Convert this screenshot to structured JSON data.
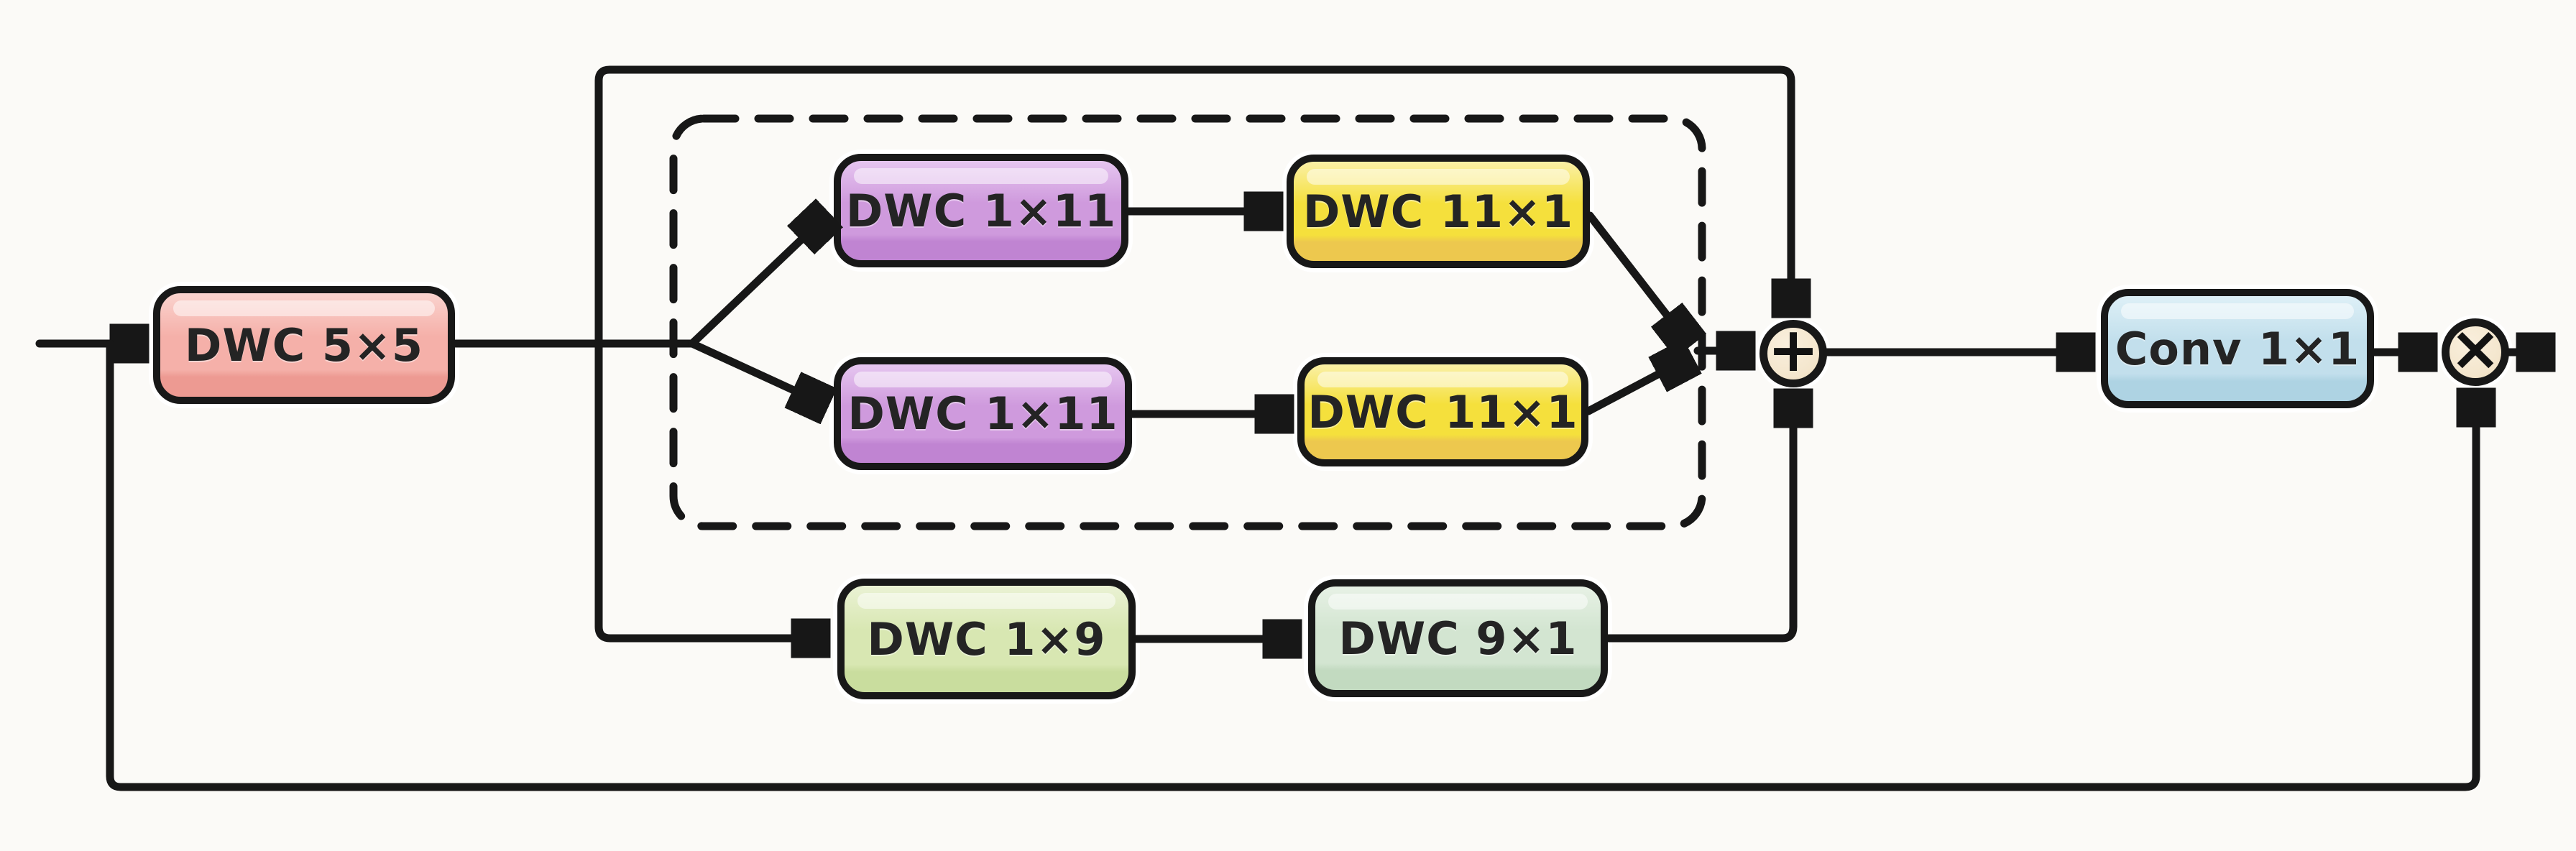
{
  "diagram": {
    "nodes": {
      "dwc5x5": {
        "label": "DWC 5×5",
        "color": "pink"
      },
      "dwc1x11_top": {
        "label": "DWC 1×11",
        "color": "purple"
      },
      "dwc11x1_top": {
        "label": "DWC 11×1",
        "color": "yellow"
      },
      "dwc1x11_bot": {
        "label": "DWC 1×11",
        "color": "purple"
      },
      "dwc11x1_bot": {
        "label": "DWC 11×1",
        "color": "yellow"
      },
      "dwc1x9": {
        "label": "DWC 1×9",
        "color": "green"
      },
      "dwc9x1": {
        "label": "DWC 9×1",
        "color": "mint"
      },
      "conv1x1": {
        "label": "Conv 1×1",
        "color": "blue"
      }
    },
    "operators": {
      "add": {
        "symbol": "+"
      },
      "multiply": {
        "symbol": "×"
      }
    },
    "palette": {
      "pink": {
        "base": "#f5b0a9",
        "highlight": "#fad3ce",
        "shade": "#ed9a92"
      },
      "purple": {
        "base": "#cf9add",
        "highlight": "#e6c6f0",
        "shade": "#c084d2"
      },
      "yellow": {
        "base": "#f5e03c",
        "highlight": "#faf0a6",
        "shade": "#edc84e"
      },
      "green": {
        "base": "#d8e7b2",
        "highlight": "#eaf2d4",
        "shade": "#c9dd9e"
      },
      "mint": {
        "base": "#d3e5d1",
        "highlight": "#e7f1e5",
        "shade": "#c2dac0"
      },
      "blue": {
        "base": "#c2dfec",
        "highlight": "#def0f7",
        "shade": "#aed3e3"
      },
      "beige": {
        "base": "#f4e6cd",
        "highlight": "#f9efdd",
        "shade": "#eedbb8"
      }
    },
    "stroke_color": "#171717",
    "background_color": "#fbfaf7"
  }
}
